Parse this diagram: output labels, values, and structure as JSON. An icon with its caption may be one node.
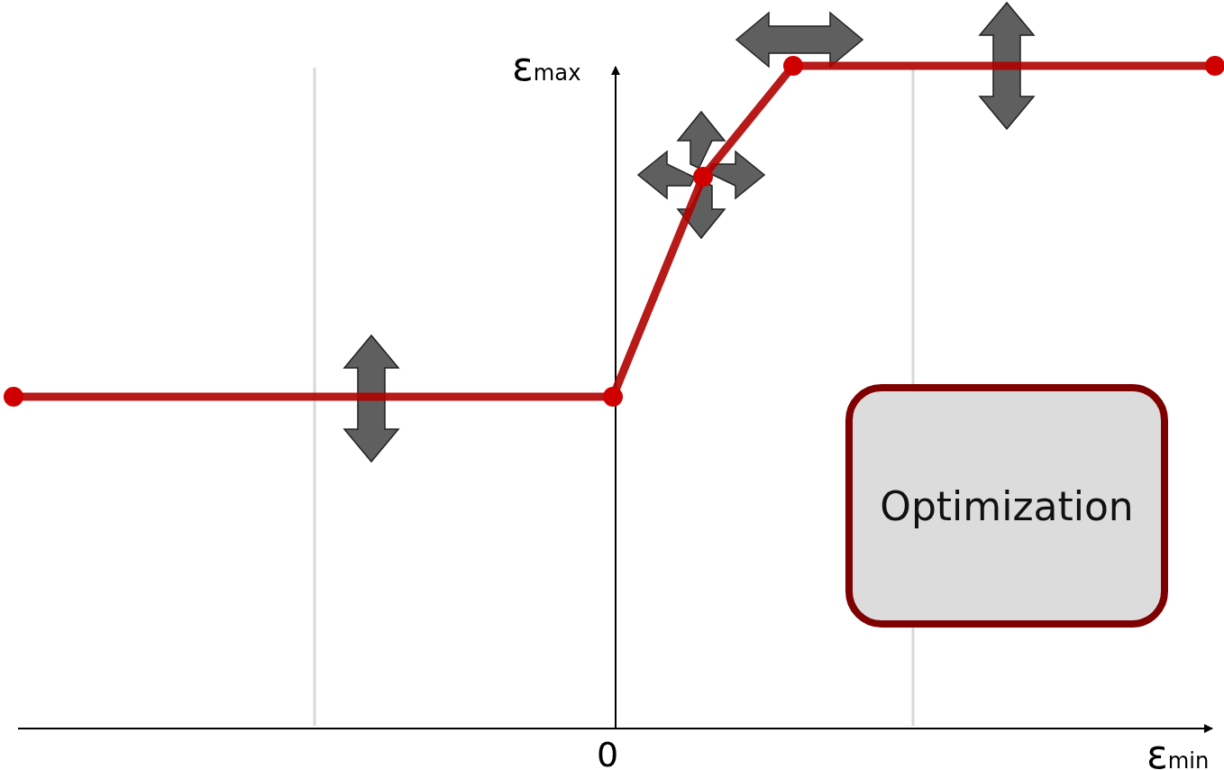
{
  "diagram": {
    "nodes": [
      {
        "text": [
          "Optimization"
        ]
      }
    ],
    "labels": [
      "ε$_{max}$",
      "0",
      "ε$_{min}$"
    ]
  }
}
